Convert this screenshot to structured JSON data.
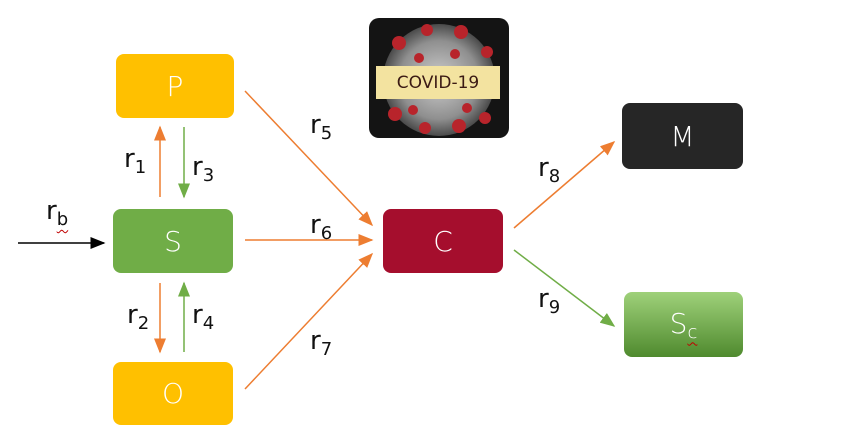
{
  "nodes": {
    "P": {
      "label": "P",
      "color": "#ffc000"
    },
    "S": {
      "label": "S",
      "color": "#70ad47"
    },
    "O": {
      "label": "O",
      "color": "#ffc000"
    },
    "C": {
      "label": "C",
      "color": "#a50e2d"
    },
    "M": {
      "label": "M",
      "color": "#262626"
    },
    "Sc": {
      "label": "S",
      "sub": "c",
      "color": "#5b9a38"
    }
  },
  "rates": {
    "rb": {
      "base": "r",
      "sub": "b"
    },
    "r1": {
      "base": "r",
      "sub": "1"
    },
    "r2": {
      "base": "r",
      "sub": "2"
    },
    "r3": {
      "base": "r",
      "sub": "3"
    },
    "r4": {
      "base": "r",
      "sub": "4"
    },
    "r5": {
      "base": "r",
      "sub": "5"
    },
    "r6": {
      "base": "r",
      "sub": "6"
    },
    "r7": {
      "base": "r",
      "sub": "7"
    },
    "r8": {
      "base": "r",
      "sub": "8"
    },
    "r9": {
      "base": "r",
      "sub": "9"
    }
  },
  "virus_image": {
    "banner": "COVID-19"
  },
  "colors": {
    "orange_arrow": "#ed7d31",
    "green_arrow": "#70ad47",
    "black_arrow": "#000000"
  }
}
